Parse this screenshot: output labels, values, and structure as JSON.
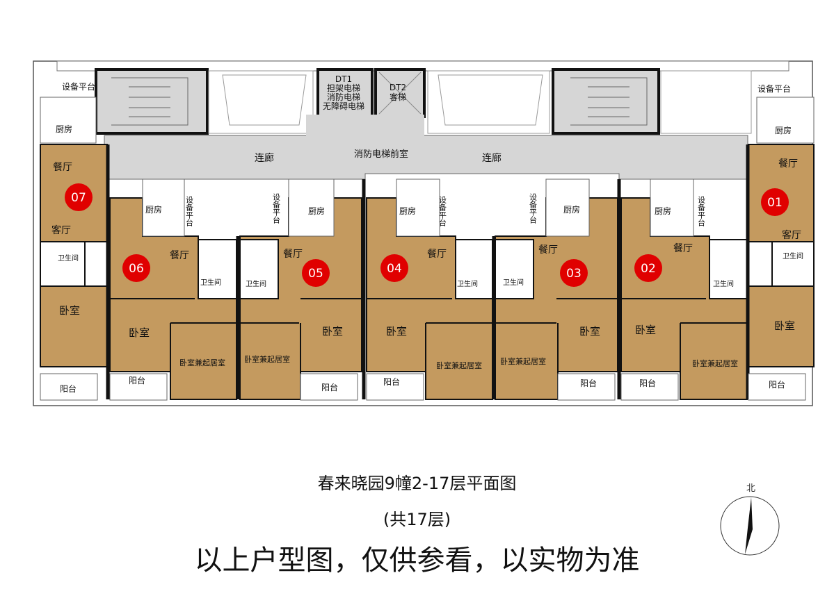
{
  "elevators": {
    "dt1": [
      "DT1",
      "担架电梯",
      "消防电梯",
      "无障碍电梯"
    ],
    "dt2": [
      "DT2",
      "客梯"
    ]
  },
  "corridor": {
    "left": "连廊",
    "center": "消防电梯前室",
    "right": "连廊"
  },
  "units": [
    {
      "id": "07",
      "rooms": [
        "餐厅",
        "客厅",
        "卫生间",
        "卧室",
        "厨房",
        "设备平台",
        "阳台"
      ]
    },
    {
      "id": "06",
      "rooms": [
        "厨房",
        "设备平台",
        "餐厅",
        "卫生间",
        "卧室",
        "卧室兼起居室",
        "阳台"
      ]
    },
    {
      "id": "05",
      "rooms": [
        "厨房",
        "设备平台",
        "餐厅",
        "卫生间",
        "卧室",
        "卧室兼起居室",
        "阳台"
      ]
    },
    {
      "id": "04",
      "rooms": [
        "厨房",
        "设备平台",
        "餐厅",
        "卫生间",
        "卧室",
        "卧室兼起居室",
        "阳台"
      ]
    },
    {
      "id": "03",
      "rooms": [
        "厨房",
        "设备平台",
        "餐厅",
        "卫生间",
        "卧室",
        "卧室兼起居室",
        "阳台"
      ]
    },
    {
      "id": "02",
      "rooms": [
        "厨房",
        "设备平台",
        "餐厅",
        "卫生间",
        "卧室",
        "卧室兼起居室",
        "阳台"
      ]
    },
    {
      "id": "01",
      "rooms": [
        "餐厅",
        "客厅",
        "卫生间",
        "卧室",
        "厨房",
        "设备平台",
        "阳台"
      ]
    }
  ],
  "colors": {
    "unit_fill": "#c49a5f",
    "corridor_fill": "#d6d6d6",
    "badge": "#e00000",
    "wall": "#111111"
  },
  "caption": {
    "title": "春来晓园9幢2-17层平面图",
    "subtitle": "(共17层)",
    "disclaimer": "以上户型图，仅供参看，以实物为准"
  },
  "compass": {
    "label": "北"
  }
}
